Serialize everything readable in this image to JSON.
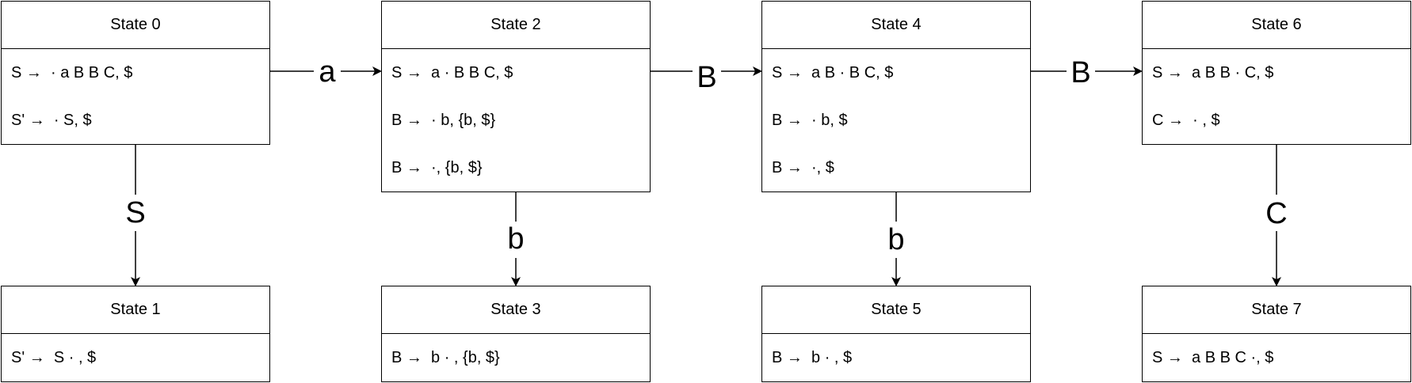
{
  "states": [
    {
      "title": "State 0",
      "items": [
        "S →  · a B B C, $",
        "S' →  · S, $"
      ]
    },
    {
      "title": "State 1",
      "items": [
        "S' →  S · , $"
      ]
    },
    {
      "title": "State 2",
      "items": [
        "S →  a · B B C, $",
        "B →  · b, {b, $}",
        "B →  ·, {b, $}"
      ]
    },
    {
      "title": "State 3",
      "items": [
        "B →  b · , {b, $}"
      ]
    },
    {
      "title": "State 4",
      "items": [
        "S →  a B · B C, $",
        "B →  · b, $",
        "B →  ·, $"
      ]
    },
    {
      "title": "State 5",
      "items": [
        "B →  b · , $"
      ]
    },
    {
      "title": "State 6",
      "items": [
        "S →  a B B · C, $",
        "C →  · , $"
      ]
    },
    {
      "title": "State 7",
      "items": [
        "S →  a B B C ·, $"
      ]
    }
  ],
  "edges": [
    {
      "from": "State 0",
      "to": "State 2",
      "label": "a"
    },
    {
      "from": "State 0",
      "to": "State 1",
      "label": "S"
    },
    {
      "from": "State 2",
      "to": "State 4",
      "label": "B"
    },
    {
      "from": "State 2",
      "to": "State 3",
      "label": "b"
    },
    {
      "from": "State 4",
      "to": "State 6",
      "label": "B"
    },
    {
      "from": "State 4",
      "to": "State 5",
      "label": "b"
    },
    {
      "from": "State 6",
      "to": "State 7",
      "label": "C"
    }
  ]
}
